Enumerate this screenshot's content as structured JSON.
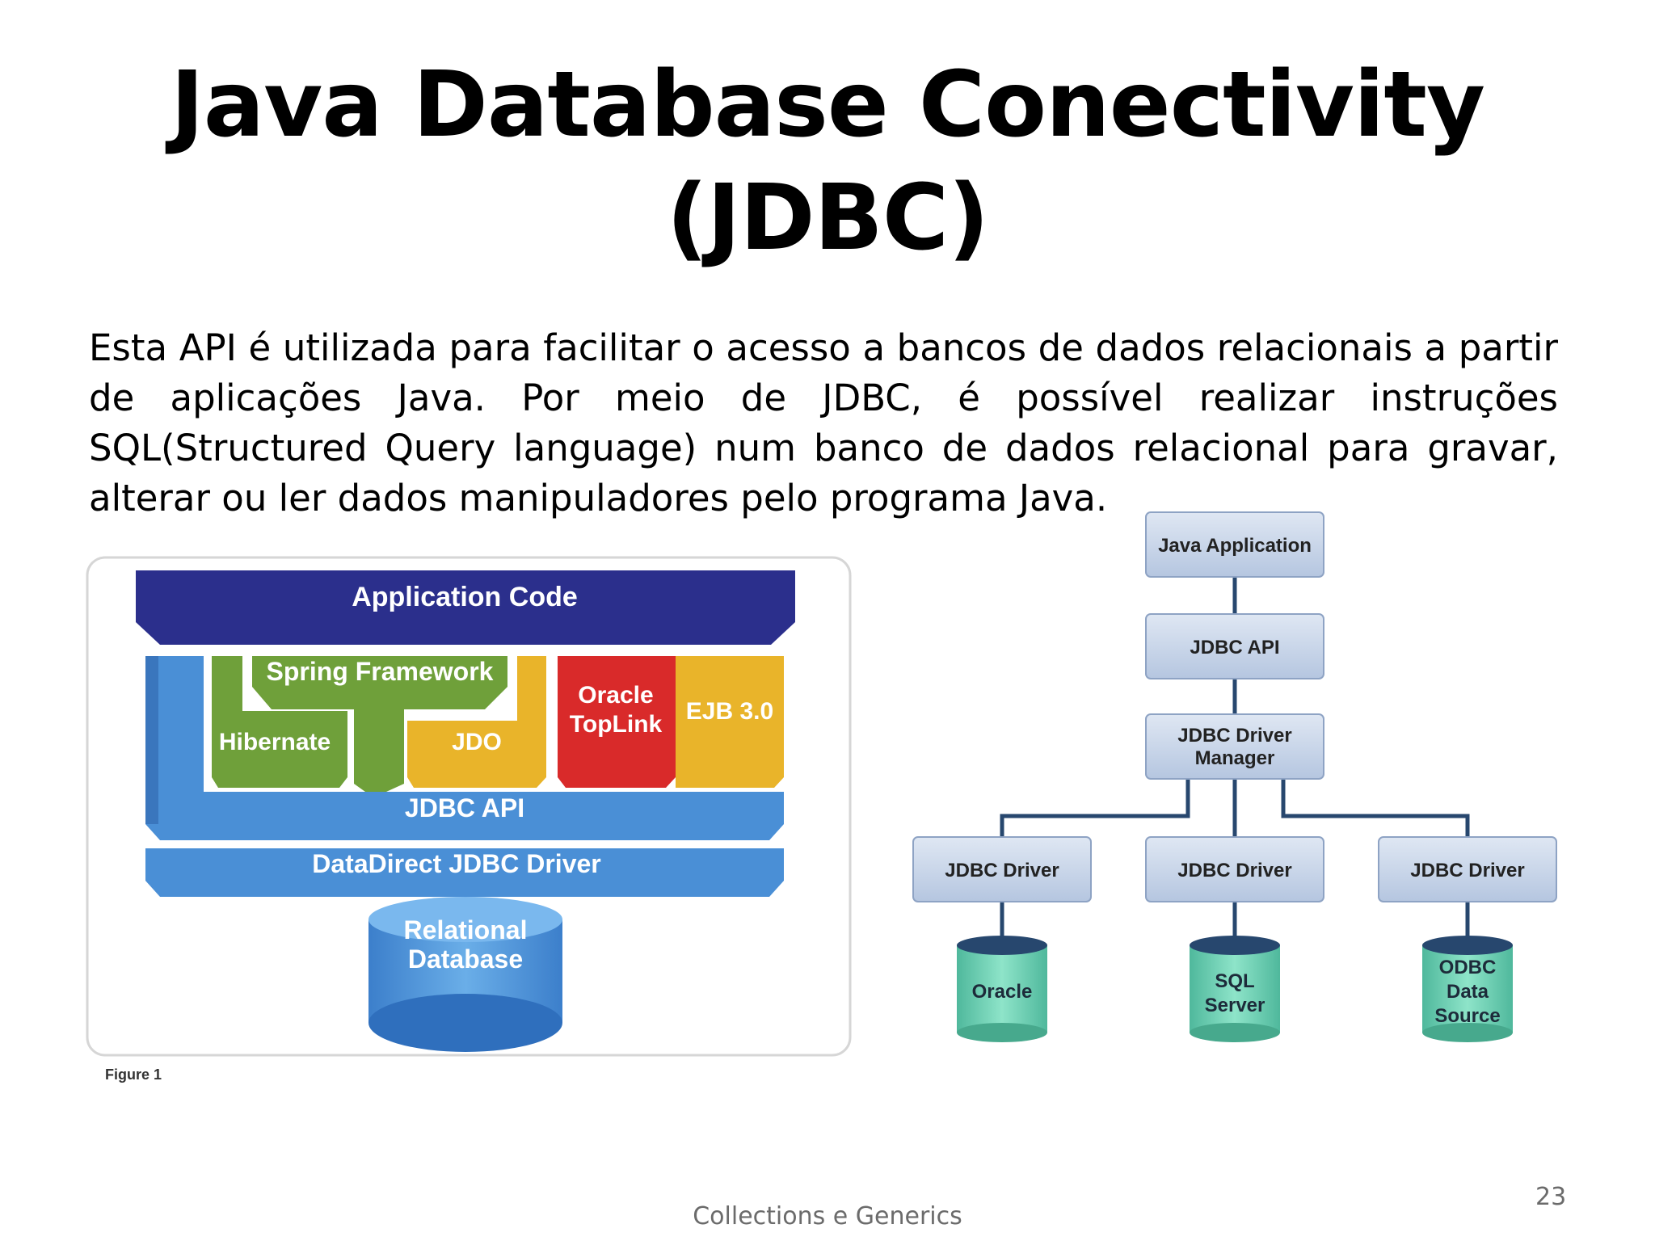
{
  "slide": {
    "title_line1": "Java Database Conectivity",
    "title_line2": "(JDBC)",
    "body": "Esta API é utilizada para facilitar o acesso a bancos de dados relacionais a partir de aplicações Java. Por meio de JDBC, é possível realizar instruções SQL(Structured Query language) num banco de dados relacional para gravar, alterar ou ler dados manipuladores pelo programa Java.",
    "footer": "Collections e Generics",
    "page_number": "23"
  },
  "left_figure": {
    "application_code": "Application Code",
    "spring": "Spring Framework",
    "hibernate": "Hibernate",
    "jdo": "JDO",
    "oracle_line1": "Oracle",
    "oracle_line2": "TopLink",
    "ejb": "EJB 3.0",
    "jdbc_api": "JDBC API",
    "datadirect": "DataDirect JDBC Driver",
    "db_line1": "Relational",
    "db_line2": "Database",
    "caption": "Figure 1",
    "colors": {
      "navy": "#2b2f8c",
      "blue": "#4a8fd6",
      "green": "#6fa03a",
      "yellow": "#e9b42a",
      "red": "#d92a2a"
    }
  },
  "right_figure": {
    "java_app": "Java Application",
    "jdbc_api": "JDBC API",
    "manager_line1": "JDBC Driver",
    "manager_line2": "Manager",
    "driver": "JDBC Driver",
    "db1": "Oracle",
    "db2_line1": "SQL",
    "db2_line2": "Server",
    "db3_line1": "ODBC",
    "db3_line2": "Data",
    "db3_line3": "Source",
    "colors": {
      "box": "#c9d6ea",
      "line": "#27476e",
      "cylinder": "#6fd0b4"
    }
  }
}
